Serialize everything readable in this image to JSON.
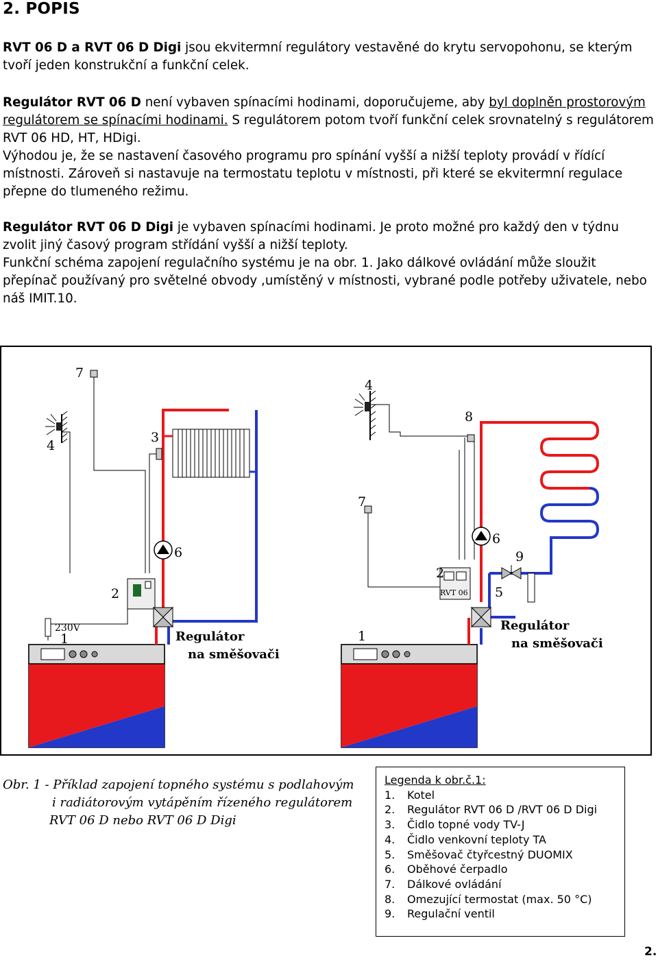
{
  "heading": "2. POPIS",
  "p1": {
    "bold": "RVT 06 D a RVT 06 D Digi",
    "rest": " jsou ekvitermní regulátory vestavěné do krytu servopohonu, se kterým tvoří jeden konstrukční a funkční celek."
  },
  "p2": {
    "bold": "Regulátor RVT 06 D",
    "t1": " není vybaven spínacími hodinami, doporučujeme, aby ",
    "u1": "byl doplněn prostorovým regulátorem se spínacími hodinami.",
    "t2": " S regulátorem potom tvoří funkční celek srovnatelný s regulátorem RVT 06 HD, HT, HDigi.",
    "t3": "Výhodou je, že se nastavení časového programu pro spínání vyšší a nižší teploty provádí v řídící místnosti. Zároveň si nastavuje na termostatu teplotu v místnosti, při které se ekvitermní regulace přepne do tlumeného režimu."
  },
  "p3": {
    "bold": "Regulátor RVT 06 D Digi",
    "t1": " je vybaven spínacími hodinami. Je proto možné pro každý den v týdnu zvolit jiný časový program střídání vyšší a nižší teploty.",
    "t2": "Funkční schéma zapojení regulačního systému je na obr. 1. Jako dálkové ovládání může sloužit přepínač používaný pro světelné obvody ,umístěný v místnosti, vybrané podle potřeby uživatele, nebo náš IMIT.10."
  },
  "figure": {
    "left": {
      "voltage": "230V",
      "title1": "Regulátor",
      "title2": "na směšovači",
      "n1": "1",
      "n2": "2",
      "n3": "3",
      "n4": "4",
      "n6": "6",
      "n7": "7"
    },
    "right": {
      "title1": "Regulátor",
      "title2": "na směšovači",
      "n1": "1",
      "n2": "2",
      "n4": "4",
      "n5": "5",
      "n6": "6",
      "n7": "7",
      "n8": "8",
      "n9": "9",
      "dev_label": "RVT 06"
    }
  },
  "caption": {
    "line1": "Obr. 1 - Příklad zapojení topného systému s podlahovým",
    "line2": "i radiátorovým vytápěním řízeného regulátorem",
    "line3": "RVT 06 D nebo RVT 06 D Digi"
  },
  "legend": {
    "title": "Legenda k obr.č.1:",
    "items": [
      {
        "num": "1.",
        "text": "Kotel"
      },
      {
        "num": "2.",
        "text": "Regulátor RVT 06 D /RVT 06 D Digi"
      },
      {
        "num": "3.",
        "text": "Čidlo topné vody TV-J"
      },
      {
        "num": "4.",
        "text": "Čidlo venkovní teploty TA"
      },
      {
        "num": "5.",
        "text": "Směšovač čtyřcestný DUOMIX"
      },
      {
        "num": "6.",
        "text": "Oběhové čerpadlo"
      },
      {
        "num": "7.",
        "text": "Dálkové ovládání"
      },
      {
        "num": "8.",
        "text": "Omezující termostat (max. 50 °C)"
      },
      {
        "num": "9.",
        "text": "Regulační ventil"
      }
    ]
  },
  "page_number": "2."
}
